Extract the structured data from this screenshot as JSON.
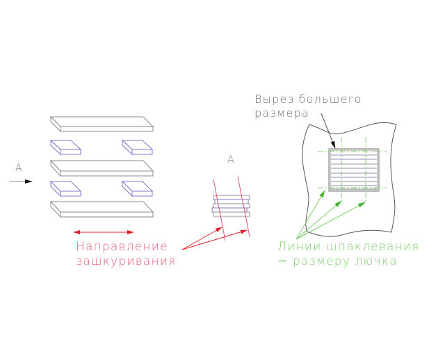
{
  "drawing": {
    "colors": {
      "board_outline": "#8a8a96",
      "block_outline": "#7a78c8",
      "red_annotation": "#e0202a",
      "green_annotation": "#5cc040",
      "black_annotation": "#333333",
      "dash_line": "#7ccf6a"
    },
    "view_a_marker": {
      "label": "A"
    },
    "side_view": {
      "label": "A"
    },
    "labels": {
      "direction_line1": "Направление",
      "direction_line2": "зашкуривания",
      "cutout_line1": "Вырез большего",
      "cutout_line2": "размера",
      "putty_line1": "Линии шпаклевания",
      "putty_line2": "= размеру лючка"
    },
    "icons": {
      "view_arrow": "arrow-right-icon",
      "direction_arrow": "double-arrow-icon",
      "leader_arrow": "leader-arrow-icon"
    }
  }
}
